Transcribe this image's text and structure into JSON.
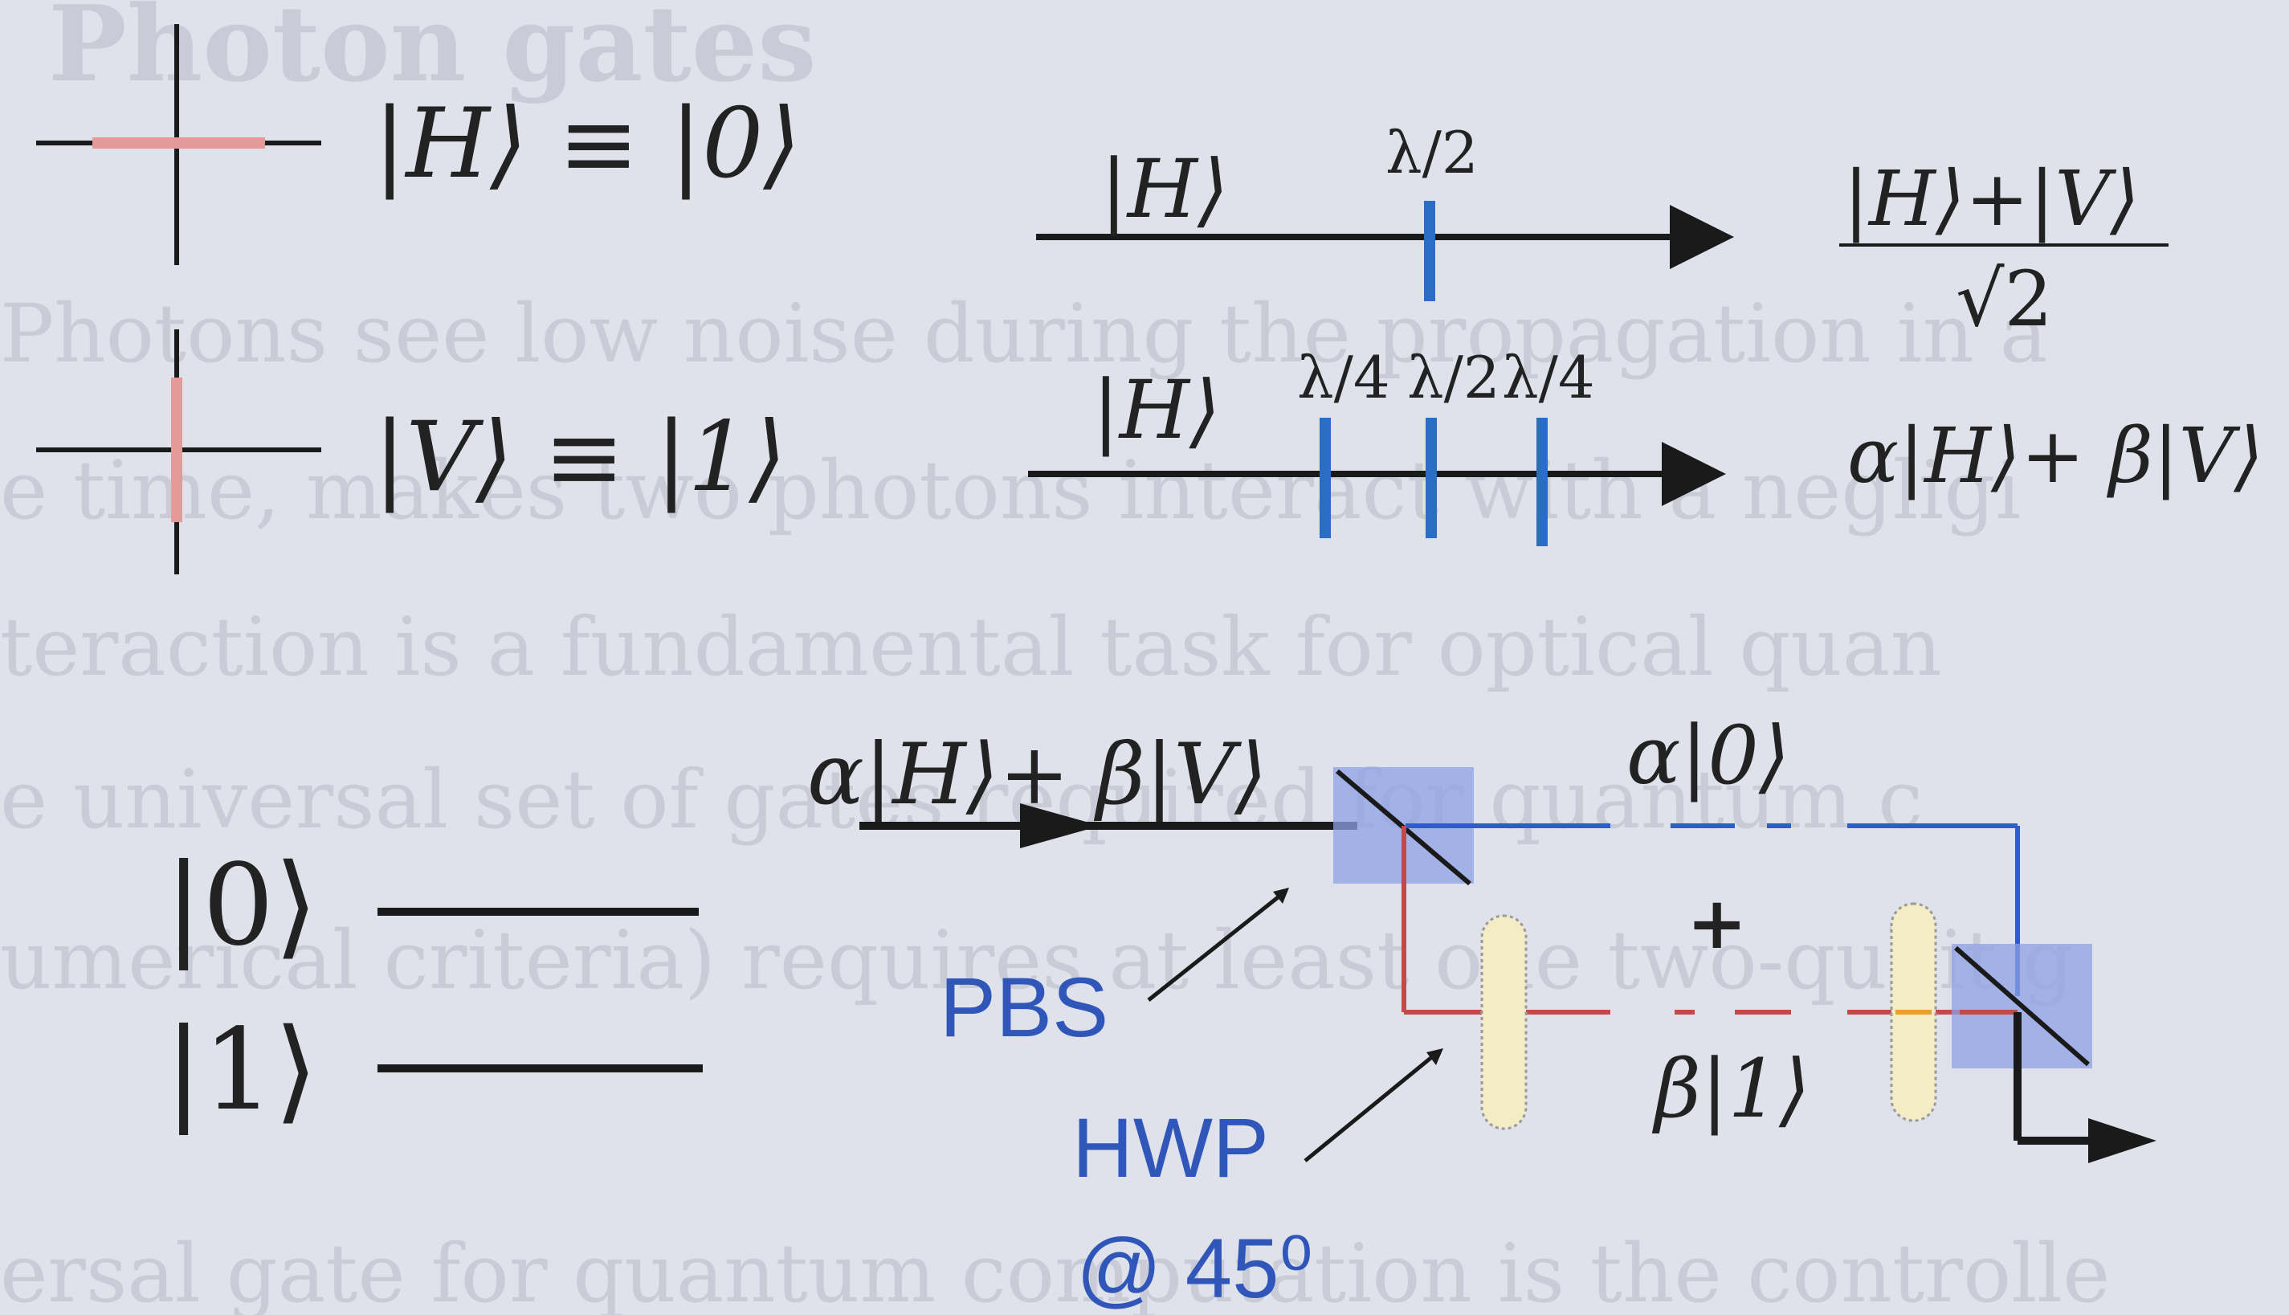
{
  "background_text": {
    "title": "Photon gates",
    "lines": [
      "Photons see low noise during the propagation in a",
      "e time, makes two photons interact with a negligi",
      "teraction is a fundamental task for optical quan",
      "e universal set of gates required for quantum c",
      "umerical criteria) requires at least one two-qubit g",
      "ersal gate for quantum computation is the controlle"
    ]
  },
  "encoding": {
    "h_state": "|H⟩ ≡ |0⟩",
    "v_state": "|V⟩ ≡ |1⟩"
  },
  "single_qubit": {
    "row1": {
      "input": "|H⟩",
      "plate": "λ/2",
      "output_num": "|H⟩+|V⟩",
      "output_den": "√2"
    },
    "row2": {
      "input": "|H⟩",
      "plates": [
        "λ/4",
        "λ/2",
        "λ/4"
      ],
      "output": "α|H⟩+ β|V⟩"
    }
  },
  "levels": {
    "ket0": "|0⟩",
    "ket1": "|1⟩"
  },
  "path_encoding": {
    "input": "α|H⟩+ β|V⟩",
    "pbs_label": "PBS",
    "hwp_label": "HWP",
    "hwp_angle": "@ 45⁰",
    "upper": "α|0⟩",
    "plus": "+",
    "lower": "β|1⟩"
  },
  "colors": {
    "beam": "#1a1a1a",
    "wave_plate": "#2b6cc4",
    "h_path": "#2f5cc8",
    "v_path": "#c44a4a",
    "pbs_fill": "#8ea2e6",
    "hwp_fill": "#f4ecc4",
    "h_pol_highlight": "#e59a9a",
    "label": "#2f56b8"
  }
}
